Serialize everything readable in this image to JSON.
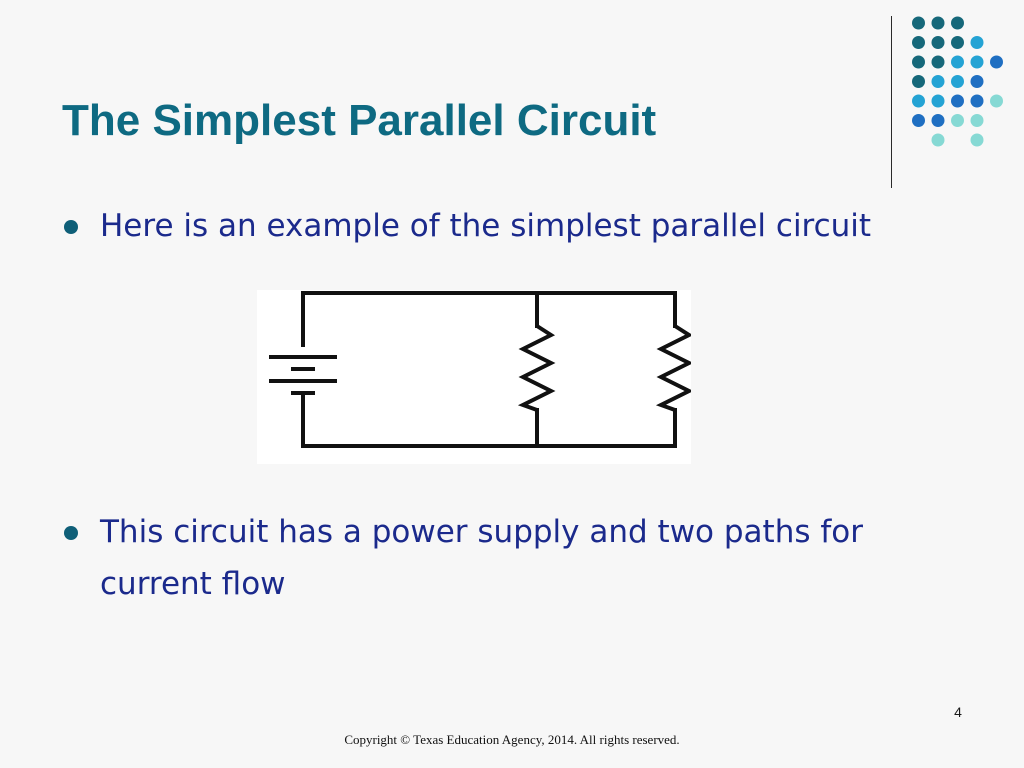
{
  "slide": {
    "title": "The Simplest Parallel Circuit",
    "bullets": [
      "Here is an example of the simplest parallel circuit",
      "This circuit has a power supply and two paths for current flow"
    ],
    "slide_number": "4",
    "copyright": "Copyright © Texas Education Agency, 2014. All rights reserved."
  },
  "diagram": {
    "components": [
      "battery-icon",
      "resistor-icon",
      "resistor-icon"
    ]
  },
  "colors": {
    "title": "#0e6a82",
    "body_text": "#1b2a8c",
    "bullet": "#0f5f78",
    "background": "#f7f7f7",
    "dot_dark_teal": "#16687a",
    "dot_light_blue": "#24a3d4",
    "dot_mid_blue": "#1f6fc2",
    "dot_aqua": "#86d9d4"
  },
  "decoration": {
    "dot_grid": [
      [
        null,
        null,
        null,
        "dot_dark_teal",
        "dot_dark_teal",
        "dot_dark_teal",
        null,
        null,
        null,
        null
      ],
      [
        null,
        null,
        null,
        "dot_dark_teal",
        "dot_dark_teal",
        "dot_dark_teal",
        "dot_light_blue",
        null,
        null,
        null
      ],
      [
        null,
        null,
        null,
        "dot_dark_teal",
        "dot_dark_teal",
        "dot_light_blue",
        "dot_light_blue",
        "dot_mid_blue",
        null,
        null
      ],
      [
        null,
        null,
        null,
        "dot_dark_teal",
        "dot_light_blue",
        "dot_light_blue",
        "dot_mid_blue",
        null,
        null,
        null
      ],
      [
        null,
        null,
        null,
        "dot_light_blue",
        "dot_light_blue",
        "dot_mid_blue",
        "dot_mid_blue",
        "dot_aqua",
        null,
        null
      ],
      [
        null,
        null,
        null,
        "dot_mid_blue",
        "dot_mid_blue",
        "dot_aqua",
        "dot_aqua",
        null,
        null,
        null
      ],
      [
        null,
        null,
        null,
        null,
        "dot_aqua",
        null,
        "dot_aqua",
        null,
        null,
        null
      ]
    ]
  }
}
